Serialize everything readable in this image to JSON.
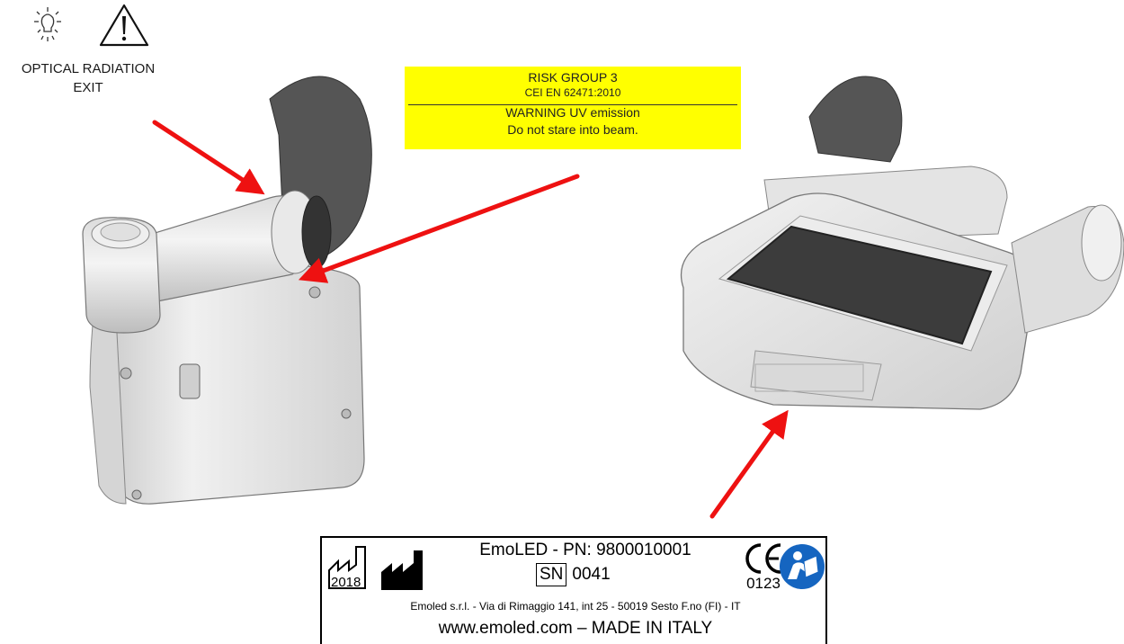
{
  "symbols": {
    "optical_label_line1": "OPTICAL RADIATION",
    "optical_label_line2": "EXIT"
  },
  "risk_label": {
    "line1": "RISK GROUP 3",
    "line2": "CEI EN 62471:2010",
    "line3": "WARNING UV emission",
    "line4": "Do not stare into beam.",
    "background": "#ffff00"
  },
  "product_label": {
    "mfg_year": "2018",
    "pn": "EmoLED - PN: 9800010001",
    "sn_tag": "SN",
    "sn_value": "0041",
    "ce_mark": "CE",
    "notified_body": "0123",
    "address": "Emoled s.r.l. - Via di Rimaggio 141, int 25 - 50019 Sesto F.no (FI) - IT",
    "website": "www.emoled.com – MADE IN ITALY"
  },
  "colors": {
    "arrow": "#ee1111",
    "manual_icon": "#1565c0",
    "device_body": "#e4e4e4",
    "device_screen": "#3c3c3c"
  },
  "icons": [
    "optical-radiation-icon",
    "warning-triangle-icon",
    "manufacture-date-icon",
    "manufacturer-icon",
    "ce-mark-icon",
    "read-manual-icon"
  ]
}
